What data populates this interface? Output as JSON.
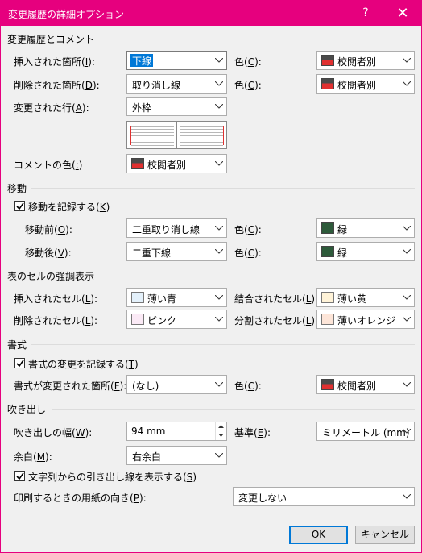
{
  "window": {
    "title": "変更履歴の詳細オプション",
    "help_label": "?",
    "close_label": "✕"
  },
  "colors": {
    "titlebar": "#e6007e",
    "accent": "#0078d7",
    "author_color_top": "#4a4a4a",
    "author_color_bottom": "#e03030",
    "green": "#2d5a3a"
  },
  "markup": {
    "group": "変更履歴とコメント",
    "insertions": {
      "label": "挿入された箇所(",
      "key": "I",
      "suffix": "):",
      "value": "下線",
      "color_label": "色(",
      "color_key": "C",
      "color_suffix": "):",
      "color_value": "校閲者別"
    },
    "deletions": {
      "label": "削除された箇所(",
      "key": "D",
      "suffix": "):",
      "value": "取り消し線",
      "color_label": "色(",
      "color_key": "C",
      "color_suffix": "):",
      "color_value": "校閲者別"
    },
    "changed_lines": {
      "label": "変更された行(",
      "key": "A",
      "suffix": "):",
      "value": "外枠"
    },
    "comments": {
      "label": "コメントの色(",
      "key": ":",
      "suffix": ")",
      "value": "校閲者別"
    }
  },
  "moves": {
    "group": "移動",
    "track": {
      "label": "移動を記録する(",
      "key": "K",
      "suffix": ")",
      "checked": true
    },
    "moved_from": {
      "label": "移動前(",
      "key": "O",
      "suffix": "):",
      "value": "二重取り消し線",
      "color_label": "色(",
      "color_key": "C",
      "color_suffix": "):",
      "color_value": "緑"
    },
    "moved_to": {
      "label": "移動後(",
      "key": "V",
      "suffix": "):",
      "value": "二重下線",
      "color_label": "色(",
      "color_key": "C",
      "color_suffix": "):",
      "color_value": "緑"
    }
  },
  "table_cells": {
    "group": "表のセルの強調表示",
    "inserted": {
      "label": "挿入されたセル(",
      "key": "L",
      "suffix": "):",
      "value": "薄い青"
    },
    "merged": {
      "label": "結合されたセル(",
      "key": "L",
      "suffix": "):",
      "value": "薄い黄"
    },
    "deleted": {
      "label": "削除されたセル(",
      "key": "L",
      "suffix": "):",
      "value": "ピンク"
    },
    "split": {
      "label": "分割されたセル(",
      "key": "L",
      "suffix": "):",
      "value": "薄いオレンジ"
    }
  },
  "formatting": {
    "group": "書式",
    "track": {
      "label": "書式の変更を記録する(",
      "key": "T",
      "suffix": ")",
      "checked": true
    },
    "formatting": {
      "label": "書式が変更された箇所(",
      "key": "F",
      "suffix": "):",
      "value": "(なし)",
      "color_label": "色(",
      "color_key": "C",
      "color_suffix": "):",
      "color_value": "校閲者別"
    }
  },
  "balloons": {
    "group": "吹き出し",
    "width": {
      "label": "吹き出しの幅(",
      "key": "W",
      "suffix": "):",
      "value": "94 mm"
    },
    "measure": {
      "label": "基準(",
      "key": "E",
      "suffix": "):",
      "value": "ミリメートル (mm)"
    },
    "margin": {
      "label": "余白(",
      "key": "M",
      "suffix": "):",
      "value": "右余白"
    },
    "show_lines": {
      "label": "文字列からの引き出し線を表示する(",
      "key": "S",
      "suffix": ")",
      "checked": true
    },
    "paper_orientation": {
      "label": "印刷するときの用紙の向き(",
      "key": "P",
      "suffix": "):",
      "value": "変更しない"
    }
  },
  "buttons": {
    "ok": "OK",
    "cancel": "キャンセル"
  }
}
